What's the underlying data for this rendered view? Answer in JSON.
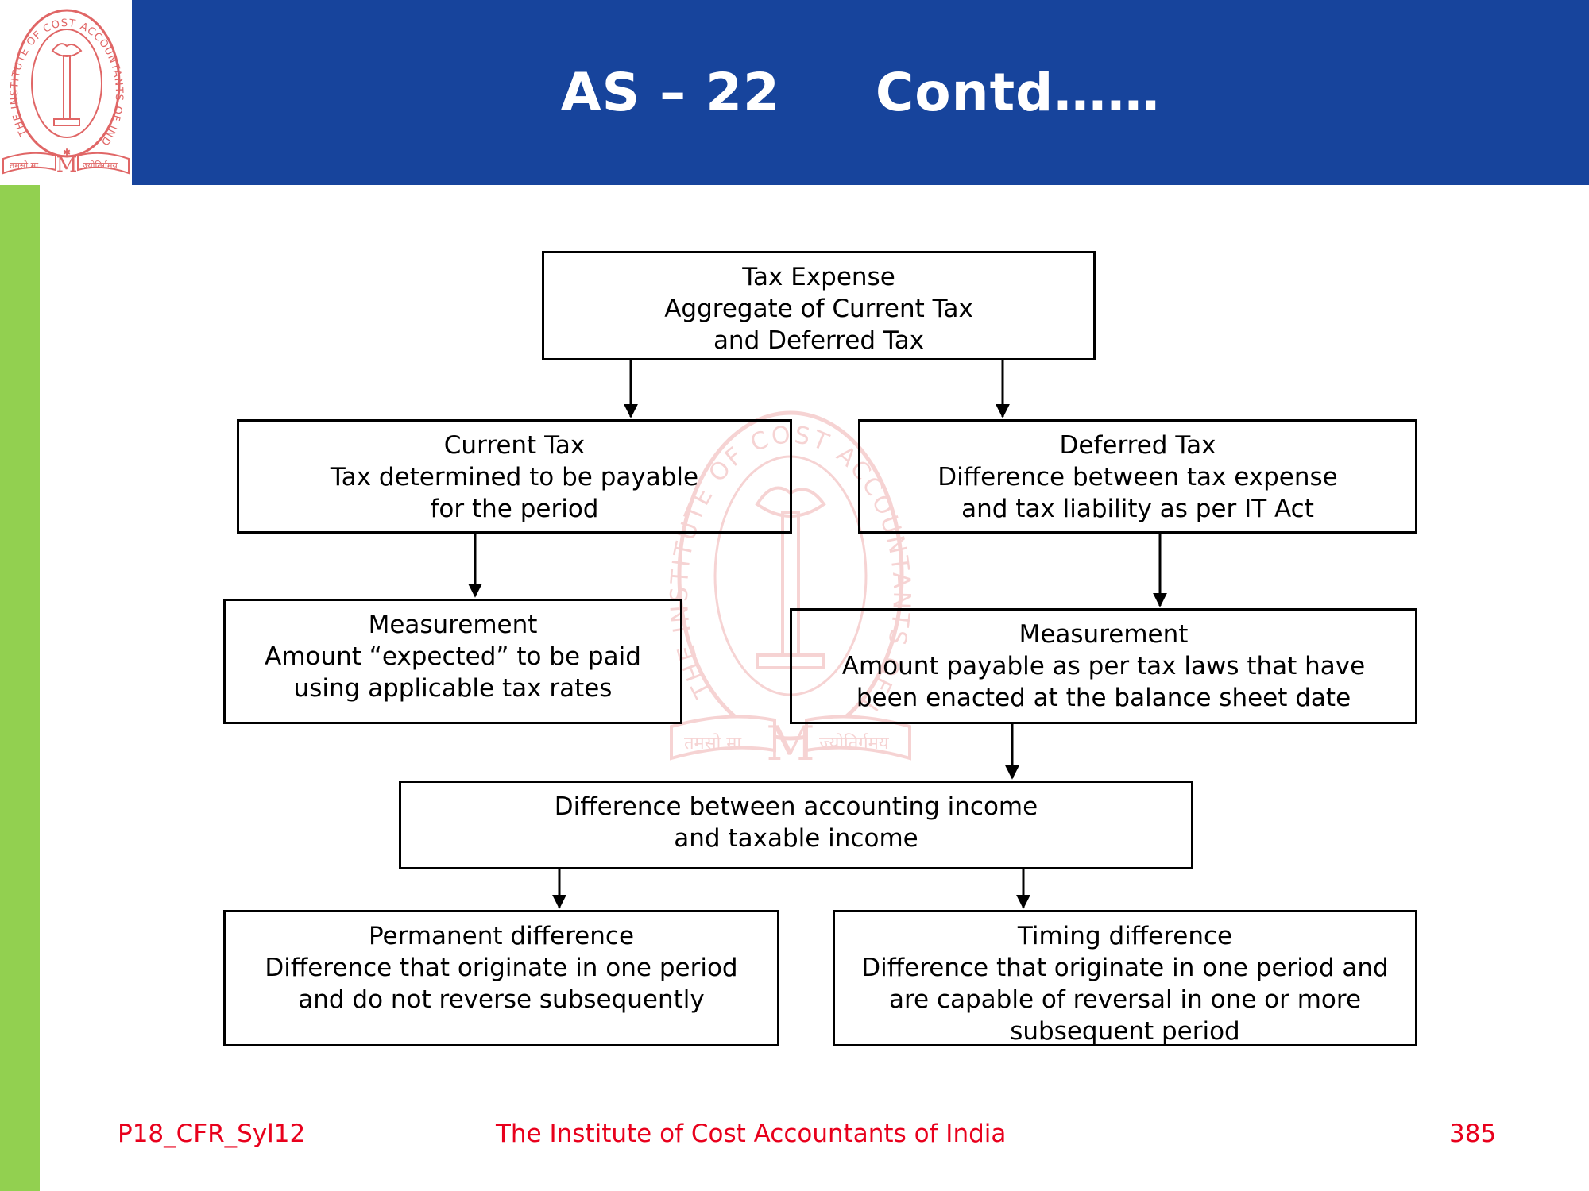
{
  "header": {
    "title": "AS – 22     Contd……"
  },
  "logo": {
    "ring_text": "THE INSTITUTE OF COST ACCOUNTANTS OF INDIA",
    "motto_left": "तमसो मा",
    "motto_right": "ज्योतिर्गमय",
    "monogram": "M"
  },
  "boxes": {
    "tax_expense": [
      "Tax Expense",
      "Aggregate of Current Tax",
      "and Deferred Tax"
    ],
    "current_tax": [
      "Current Tax",
      "Tax determined to be payable",
      "for the period"
    ],
    "deferred_tax": [
      "Deferred Tax",
      "Difference between tax expense",
      "and tax liability as per IT Act"
    ],
    "measurement_current": [
      "Measurement",
      "Amount “expected” to be paid",
      "using applicable tax rates"
    ],
    "measurement_deferred": [
      "Measurement",
      "Amount payable as per tax laws that have",
      "been enacted at the balance sheet date"
    ],
    "difference": [
      "Difference between accounting income",
      "and taxable income"
    ],
    "permanent": [
      "Permanent difference",
      "Difference that originate in one period",
      "and do not reverse subsequently"
    ],
    "timing": [
      "Timing difference",
      "Difference that originate in one period and",
      "are capable of reversal in one or more",
      "subsequent period"
    ]
  },
  "footer": {
    "left": "P18_CFR_Syl12",
    "center": "The Institute of Cost Accountants of India",
    "right": "385"
  },
  "colors": {
    "header_bg": "#17449c",
    "side_bar": "#92d050",
    "footer_text": "#e8001c",
    "logo": "#e06666"
  }
}
